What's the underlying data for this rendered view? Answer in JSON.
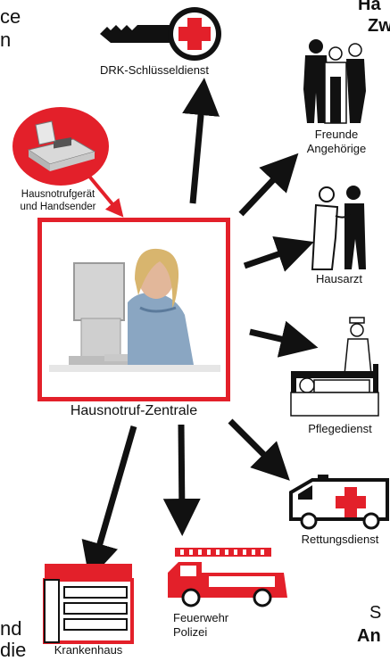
{
  "fragments": {
    "top_left": [
      "ce",
      "n"
    ],
    "top_right": [
      "Ha",
      "Zw"
    ],
    "bottom_left": [
      "nd",
      "die"
    ],
    "bottom_right": [
      "S",
      "An"
    ]
  },
  "center": {
    "label": "Hausnotruf-Zentrale"
  },
  "device": {
    "label_line1": "Hausnotrufgerät",
    "label_line2": "und Handsender"
  },
  "nodes": {
    "key_service": {
      "label": "DRK-Schlüsseldienst",
      "icon": "key-with-red-cross-icon"
    },
    "friends": {
      "line1": "Freunde",
      "line2": "Angehörige",
      "icon": "family-icon"
    },
    "doctor": {
      "label": "Hausarzt",
      "icon": "doctor-examining-patient-icon"
    },
    "care": {
      "label": "Pflegedienst",
      "icon": "nurse-with-patient-bed-icon"
    },
    "ambulance": {
      "label": "Rettungsdienst",
      "icon": "ambulance-icon"
    },
    "fire": {
      "line1": "Feuerwehr",
      "line2": "Polizei",
      "icon": "fire-truck-icon"
    },
    "hospital": {
      "label": "Krankenhaus",
      "icon": "hospital-building-icon"
    }
  },
  "colors": {
    "accent_red": "#e3202a",
    "arrow_black": "#111111"
  }
}
